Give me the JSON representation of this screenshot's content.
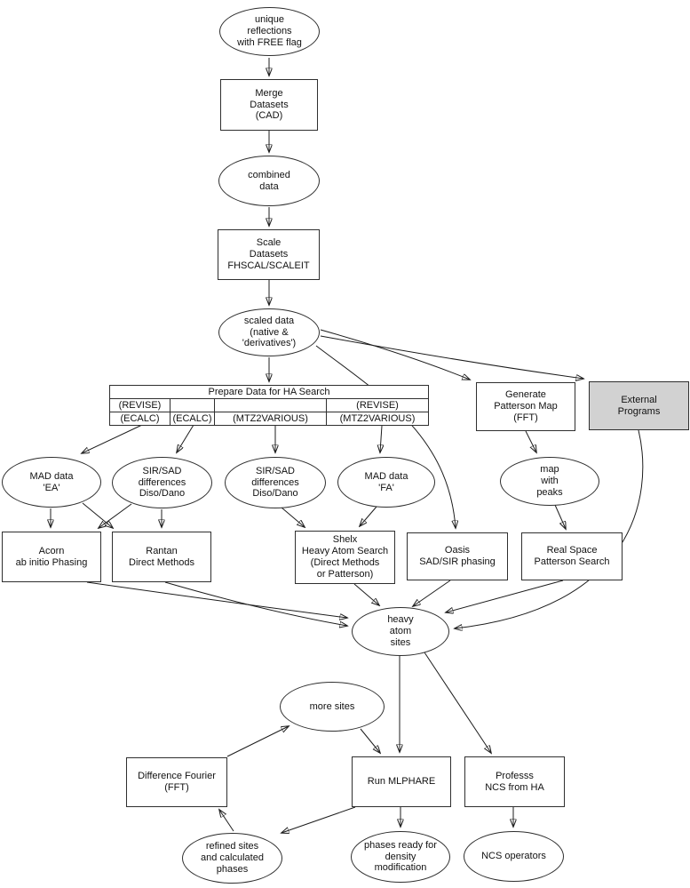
{
  "diagram": {
    "colors": {
      "background": "#ffffff",
      "node_fill": "#ffffff",
      "node_border": "#2f2f2f",
      "external_programs_fill": "#d2d2d2",
      "arrow": "#1c1c1c"
    },
    "nodes": [
      {
        "id": "unique-reflections",
        "shape": "ellipse",
        "label": "unique\nreflections\nwith FREE flag"
      },
      {
        "id": "merge-datasets",
        "shape": "box",
        "label": "Merge\nDatasets\n(CAD)"
      },
      {
        "id": "combined-data",
        "shape": "ellipse",
        "label": "combined\ndata"
      },
      {
        "id": "scale-datasets",
        "shape": "box",
        "label": "Scale\nDatasets\nFHSCAL/SCALEIT"
      },
      {
        "id": "scaled-data",
        "shape": "ellipse",
        "label": "scaled data\n(native &\n'derivatives')"
      },
      {
        "id": "generate-patterson",
        "shape": "box",
        "label": "Generate\nPatterson Map\n(FFT)"
      },
      {
        "id": "external-programs",
        "shape": "box-gray",
        "label": "External\nPrograms"
      },
      {
        "id": "mad-data-ea",
        "shape": "ellipse",
        "label": "MAD data\n'EA'"
      },
      {
        "id": "sirsad-differences-1",
        "shape": "ellipse",
        "label": "SIR/SAD\ndifferences\nDiso/Dano"
      },
      {
        "id": "sirsad-differences-2",
        "shape": "ellipse",
        "label": "SIR/SAD\ndifferences\nDiso/Dano"
      },
      {
        "id": "mad-data-fa",
        "shape": "ellipse",
        "label": "MAD data\n'FA'"
      },
      {
        "id": "map-with-peaks",
        "shape": "ellipse",
        "label": "map\nwith\npeaks"
      },
      {
        "id": "acorn",
        "shape": "box",
        "label": "Acorn\nab initio Phasing"
      },
      {
        "id": "rantan",
        "shape": "box",
        "label": "Rantan\nDirect Methods"
      },
      {
        "id": "shelx",
        "shape": "box",
        "label": "Shelx\nHeavy Atom Search\n(Direct Methods\nor Patterson)"
      },
      {
        "id": "oasis",
        "shape": "box",
        "label": "Oasis\nSAD/SIR phasing"
      },
      {
        "id": "real-space-patterson",
        "shape": "box",
        "label": "Real Space\nPatterson Search"
      },
      {
        "id": "heavy-atom-sites",
        "shape": "ellipse",
        "label": "heavy\natom\nsites"
      },
      {
        "id": "more-sites",
        "shape": "ellipse",
        "label": "more sites"
      },
      {
        "id": "difference-fourier",
        "shape": "box",
        "label": "Difference Fourier\n(FFT)"
      },
      {
        "id": "run-mlphare",
        "shape": "box",
        "label": "Run MLPHARE"
      },
      {
        "id": "professs",
        "shape": "box",
        "label": "Professs\nNCS from HA"
      },
      {
        "id": "refined-sites",
        "shape": "ellipse",
        "label": "refined sites\nand calculated\nphases"
      },
      {
        "id": "phases-ready",
        "shape": "ellipse",
        "label": "phases ready for\ndensity\nmodification"
      },
      {
        "id": "ncs-operators",
        "shape": "ellipse",
        "label": "NCS operators"
      }
    ],
    "table": {
      "id": "prepare-ha-search",
      "header": "Prepare Data for HA Search",
      "rows": [
        [
          "(REVISE)",
          "",
          "",
          "(REVISE)"
        ],
        [
          "(ECALC)",
          "(ECALC)",
          "(MTZ2VARIOUS)",
          "(MTZ2VARIOUS)"
        ]
      ]
    },
    "edges": [
      {
        "from": "unique-reflections",
        "to": "merge-datasets"
      },
      {
        "from": "merge-datasets",
        "to": "combined-data"
      },
      {
        "from": "combined-data",
        "to": "scale-datasets"
      },
      {
        "from": "scale-datasets",
        "to": "scaled-data"
      },
      {
        "from": "scaled-data",
        "to": "prepare-ha-search"
      },
      {
        "from": "scaled-data",
        "to": "generate-patterson"
      },
      {
        "from": "scaled-data",
        "to": "external-programs"
      },
      {
        "from": "scaled-data",
        "to": "oasis"
      },
      {
        "from": "prepare-ha-search",
        "to": "mad-data-ea"
      },
      {
        "from": "prepare-ha-search",
        "to": "sirsad-differences-1"
      },
      {
        "from": "prepare-ha-search",
        "to": "sirsad-differences-2"
      },
      {
        "from": "prepare-ha-search",
        "to": "mad-data-fa"
      },
      {
        "from": "generate-patterson",
        "to": "map-with-peaks"
      },
      {
        "from": "external-programs",
        "to": "heavy-atom-sites"
      },
      {
        "from": "mad-data-ea",
        "to": "acorn"
      },
      {
        "from": "mad-data-ea",
        "to": "rantan"
      },
      {
        "from": "sirsad-differences-1",
        "to": "acorn"
      },
      {
        "from": "sirsad-differences-1",
        "to": "rantan"
      },
      {
        "from": "sirsad-differences-2",
        "to": "shelx"
      },
      {
        "from": "mad-data-fa",
        "to": "shelx"
      },
      {
        "from": "map-with-peaks",
        "to": "real-space-patterson"
      },
      {
        "from": "acorn",
        "to": "heavy-atom-sites"
      },
      {
        "from": "rantan",
        "to": "heavy-atom-sites"
      },
      {
        "from": "shelx",
        "to": "heavy-atom-sites"
      },
      {
        "from": "oasis",
        "to": "heavy-atom-sites"
      },
      {
        "from": "real-space-patterson",
        "to": "heavy-atom-sites"
      },
      {
        "from": "heavy-atom-sites",
        "to": "run-mlphare"
      },
      {
        "from": "heavy-atom-sites",
        "to": "professs"
      },
      {
        "from": "more-sites",
        "to": "run-mlphare"
      },
      {
        "from": "difference-fourier",
        "to": "more-sites"
      },
      {
        "from": "run-mlphare",
        "to": "phases-ready"
      },
      {
        "from": "run-mlphare",
        "to": "refined-sites"
      },
      {
        "from": "refined-sites",
        "to": "difference-fourier"
      },
      {
        "from": "professs",
        "to": "ncs-operators"
      }
    ]
  }
}
